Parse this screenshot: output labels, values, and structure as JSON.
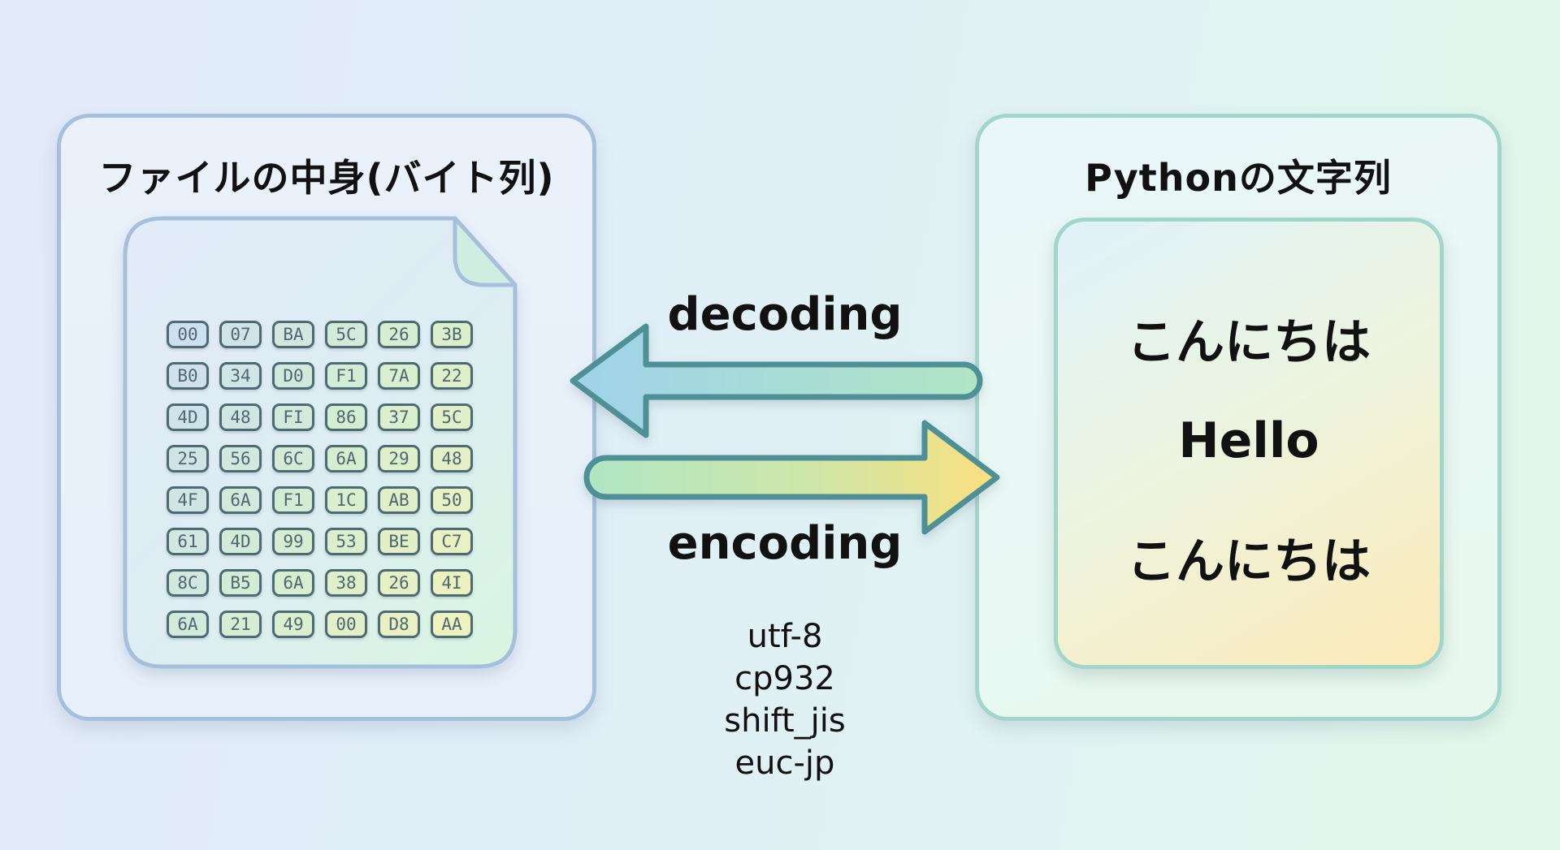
{
  "left_panel": {
    "title": "ファイルの中身(バイト列)",
    "icon": "document-icon",
    "bytes": [
      [
        "00",
        "07",
        "BA",
        "5C",
        "26",
        "3B"
      ],
      [
        "B0",
        "34",
        "D0",
        "F1",
        "7A",
        "22"
      ],
      [
        "4D",
        "48",
        "FI",
        "86",
        "37",
        "5C"
      ],
      [
        "25",
        "56",
        "6C",
        "6A",
        "29",
        "48"
      ],
      [
        "4F",
        "6A",
        "F1",
        "1C",
        "AB",
        "50"
      ],
      [
        "61",
        "4D",
        "99",
        "53",
        "BE",
        "C7"
      ],
      [
        "8C",
        "B5",
        "6A",
        "38",
        "26",
        "4I"
      ],
      [
        "6A",
        "21",
        "49",
        "00",
        "D8",
        "AA"
      ]
    ]
  },
  "right_panel": {
    "title": "Pythonの文字列",
    "lines": [
      "こんにちは",
      "Hello",
      "こんにちは"
    ]
  },
  "arrows": {
    "decoding": {
      "label": "decoding",
      "direction": "left"
    },
    "encoding": {
      "label": "encoding",
      "direction": "right"
    }
  },
  "encodings": [
    "utf-8",
    "cp932",
    "shift_jis",
    "euc-jp"
  ],
  "colors": {
    "left_border": "#a5bfdc",
    "right_border": "#a3d6cb",
    "arrow_stroke": "#4f8f96",
    "decode_start": "#9fd2ea",
    "decode_end": "#b0e6c4",
    "encode_start": "#b0e6c4",
    "encode_end": "#fbe07f",
    "hex_border": "#4f6a72"
  }
}
